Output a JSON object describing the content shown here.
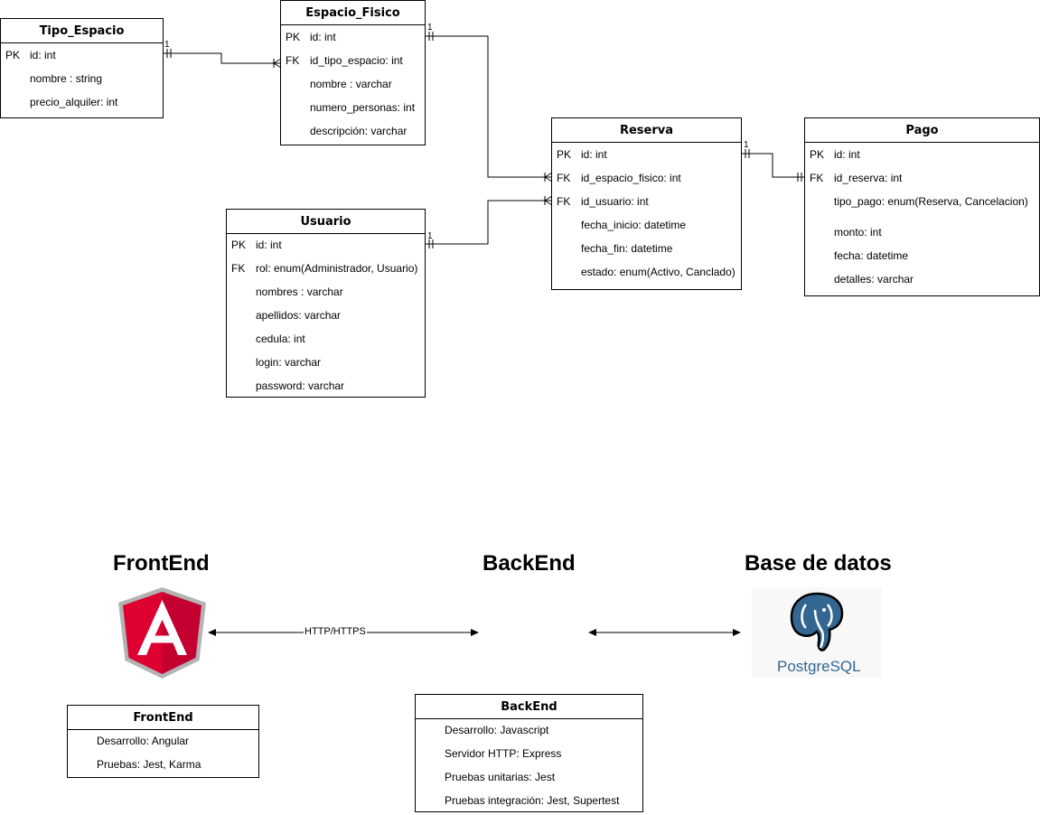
{
  "tables": {
    "tipo_espacio": {
      "title": "Tipo_Espacio",
      "rows": [
        {
          "key": "PK",
          "field": "id: int"
        },
        {
          "key": "",
          "field": "nombre : string"
        },
        {
          "key": "",
          "field": "precio_alquiler: int"
        }
      ]
    },
    "espacio_fisico": {
      "title": "Espacio_Fisico",
      "rows": [
        {
          "key": "PK",
          "field": "id: int"
        },
        {
          "key": "FK",
          "field": "id_tipo_espacio: int"
        },
        {
          "key": "",
          "field": "nombre : varchar"
        },
        {
          "key": "",
          "field": "numero_personas: int"
        },
        {
          "key": "",
          "field": "descripción: varchar"
        }
      ]
    },
    "reserva": {
      "title": "Reserva",
      "rows": [
        {
          "key": "PK",
          "field": "id: int"
        },
        {
          "key": "FK",
          "field": "id_espacio_fisico: int"
        },
        {
          "key": "FK",
          "field": "id_usuario: int"
        },
        {
          "key": "",
          "field": "fecha_inicio: datetime"
        },
        {
          "key": "",
          "field": "fecha_fin: datetime"
        },
        {
          "key": "",
          "field": "estado: enum(Activo, Canclado)"
        }
      ]
    },
    "pago": {
      "title": "Pago",
      "rows": [
        {
          "key": "PK",
          "field": "id: int"
        },
        {
          "key": "FK",
          "field": "id_reserva: int"
        },
        {
          "key": "",
          "field": "tipo_pago: enum(Reserva, Cancelacion)"
        },
        {
          "key": "",
          "field": "monto: int"
        },
        {
          "key": "",
          "field": "fecha: datetime"
        },
        {
          "key": "",
          "field": "detalles: varchar"
        }
      ]
    },
    "usuario": {
      "title": "Usuario",
      "rows": [
        {
          "key": "PK",
          "field": "id: int"
        },
        {
          "key": "FK",
          "field": "rol: enum(Administrador, Usuario)"
        },
        {
          "key": "",
          "field": "nombres : varchar"
        },
        {
          "key": "",
          "field": "apellidos: varchar"
        },
        {
          "key": "",
          "field": "cedula: int"
        },
        {
          "key": "",
          "field": "login: varchar"
        },
        {
          "key": "",
          "field": "password: varchar"
        }
      ]
    },
    "frontend_box": {
      "title": "FrontEnd",
      "rows": [
        {
          "key": "",
          "field": "Desarrollo: Angular"
        },
        {
          "key": "",
          "field": "Pruebas: Jest, Karma"
        }
      ]
    },
    "backend_box": {
      "title": "BackEnd",
      "rows": [
        {
          "key": "",
          "field": "Desarrollo: Javascript"
        },
        {
          "key": "",
          "field": "Servidor HTTP: Express"
        },
        {
          "key": "",
          "field": "Pruebas unitarias: Jest"
        },
        {
          "key": "",
          "field": "Pruebas integración: Jest, Supertest"
        }
      ]
    }
  },
  "cardinality": "1",
  "architecture": {
    "frontend_title": "FrontEnd",
    "backend_title": "BackEnd",
    "database_title": "Base de datos",
    "connector_label": "HTTP/HTTPS",
    "postgres_logo_text": "PostgreSQL",
    "angular_logo_letter": "A"
  },
  "colors": {
    "angular_red": "#dd0031",
    "angular_dark_red": "#c3002f",
    "angular_shield_gray": "#b3b3b3",
    "postgres_blue": "#336791"
  }
}
